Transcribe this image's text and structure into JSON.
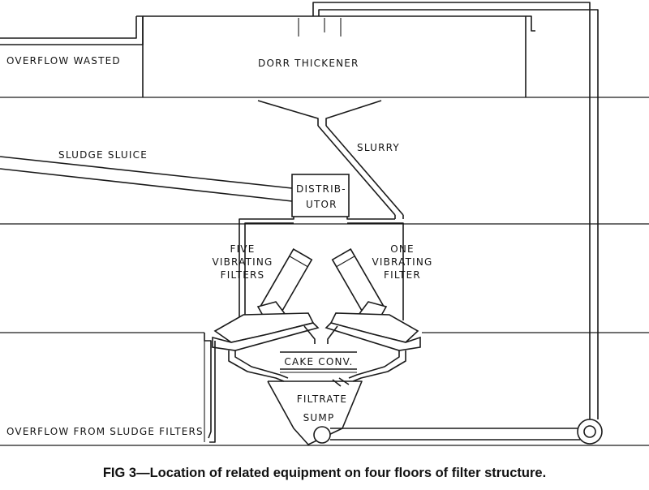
{
  "labels": {
    "overflow_wasted": "OVERFLOW WASTED",
    "dorr_thickener": "DORR THICKENER",
    "slurry": "SLURRY",
    "sludge_sluice": "SLUDGE SLUICE",
    "distributor_line1": "DISTRIB-",
    "distributor_line2": "UTOR",
    "five_filters_line1": "FIVE",
    "five_filters_line2": "VIBRATING",
    "five_filters_line3": "FILTERS",
    "one_filter_line1": "ONE",
    "one_filter_line2": "VIBRATING",
    "one_filter_line3": "FILTER",
    "cake_conveyor": "CAKE CONV.",
    "filtrate_sump_line1": "FILTRATE",
    "filtrate_sump_line2": "SUMP",
    "overflow_from_sludge_filters": "OVERFLOW FROM SLUDGE FILTERS"
  },
  "caption": "FIG 3—Location of related equipment on four floors of filter structure."
}
